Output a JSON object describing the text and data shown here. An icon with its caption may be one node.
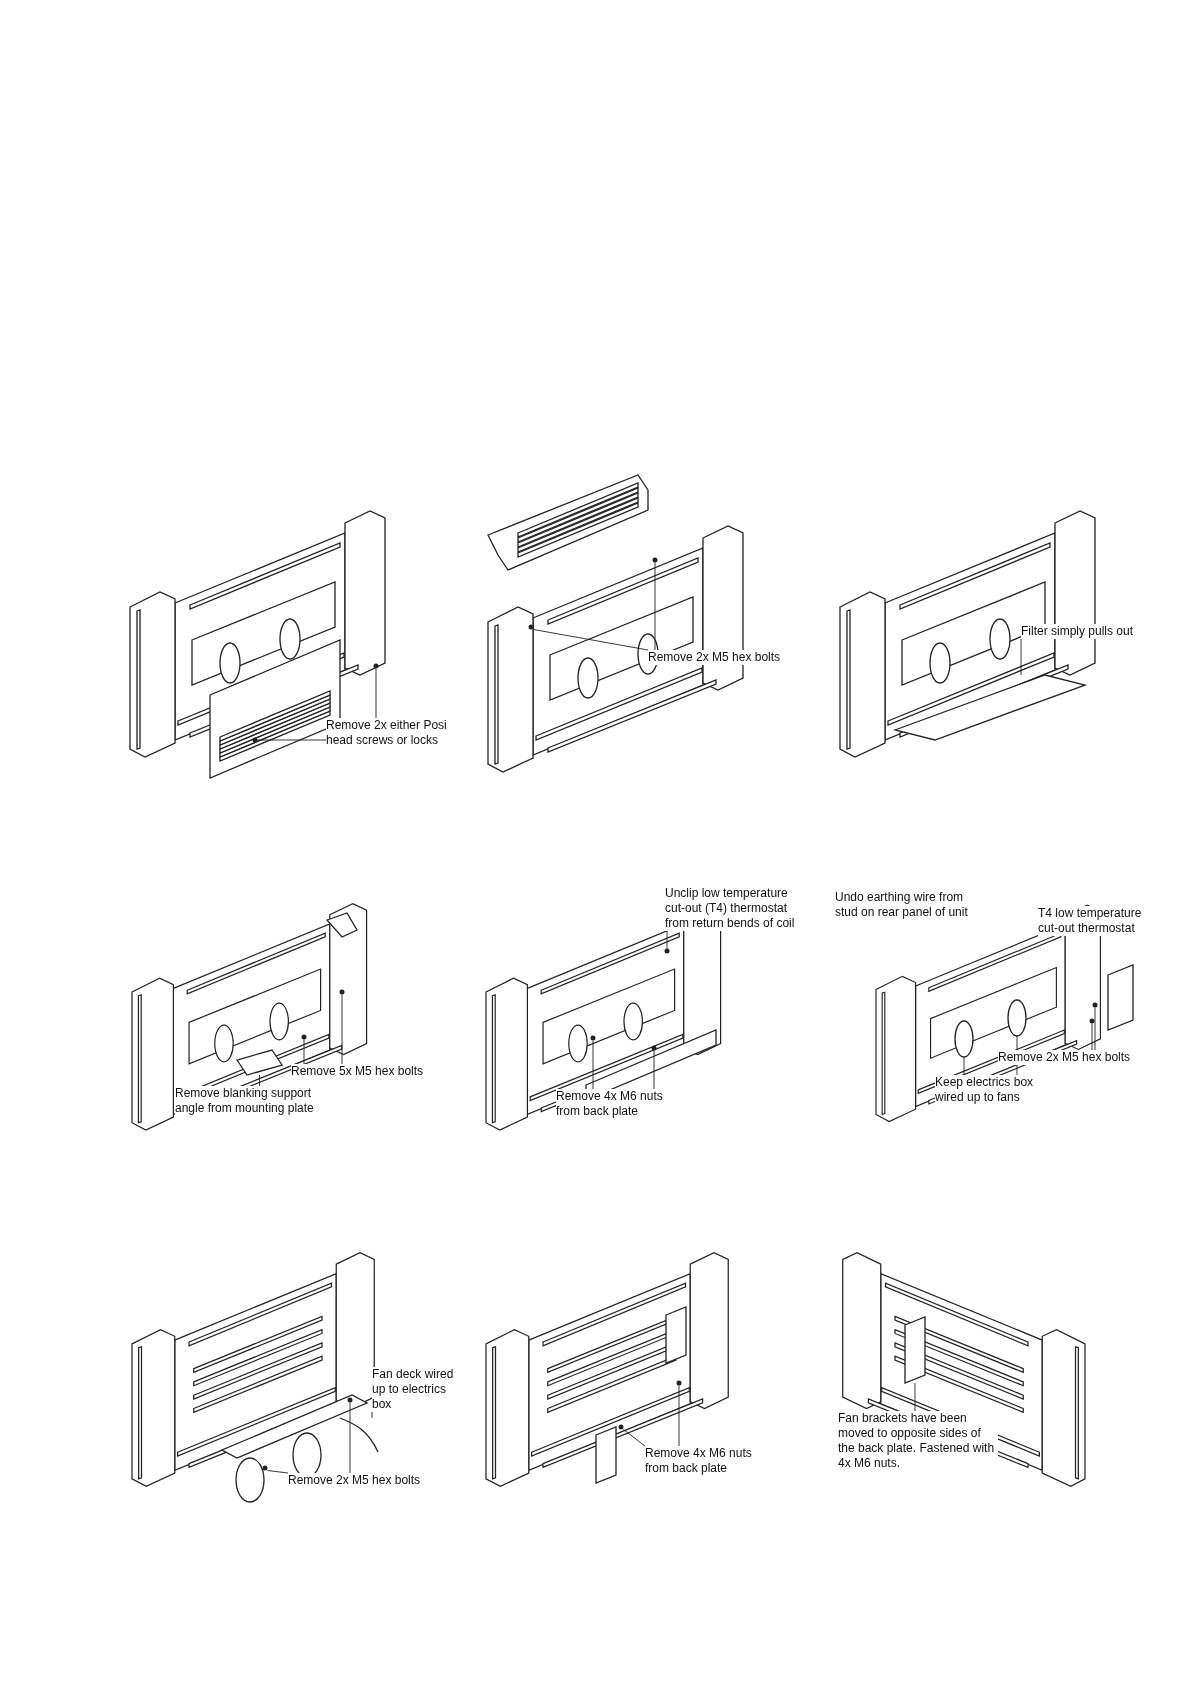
{
  "diagram": {
    "nodes": [
      {
        "text": [
          "Remove 2x either Posi head screws or locks"
        ]
      },
      {
        "text": [
          "Remove 2x M5 hex bolts"
        ]
      },
      {
        "text": [
          "Filter simply pulls out"
        ]
      },
      {
        "text": [
          "Remove 5x M5 hex bolts"
        ]
      },
      {
        "text": [
          "Remove blanking support angle from mounting plate"
        ]
      },
      {
        "text": [
          "Unclip low temperature cut-out (T4) thermostat from return bends of coil"
        ]
      },
      {
        "text": [
          "Remove 4x M6 nuts from back plate"
        ]
      },
      {
        "text": [
          "Undo earthing wire from stud on rear panel of unit"
        ]
      },
      {
        "text": [
          "T4 low temperature cut-out thermostat"
        ]
      },
      {
        "text": [
          "Remove 2x M5 hex bolts"
        ]
      },
      {
        "text": [
          "Keep electrics box wired up to fans"
        ]
      },
      {
        "text": [
          "Fan deck wired up to electrics box"
        ]
      },
      {
        "text": [
          "Remove 2x M5 hex bolts"
        ]
      },
      {
        "text": [
          "Remove 4x M6 nuts from back plate"
        ]
      },
      {
        "text": [
          "Fan brackets have been moved to opposite sides of the back plate. Fastened with 4x M6 nuts."
        ]
      },
      {
        "text": [],
        "shape": "circle"
      },
      {
        "text": [],
        "shape": "circle"
      },
      {
        "text": [],
        "shape": "circle"
      },
      {
        "text": [],
        "shape": "circle"
      },
      {
        "text": [],
        "shape": "box"
      },
      {
        "text": [],
        "shape": "circle"
      },
      {
        "text": [],
        "shape": "circle"
      },
      {
        "text": [],
        "shape": "box"
      },
      {
        "text": [],
        "shape": "circle"
      },
      {
        "text": [],
        "shape": "circle"
      },
      {
        "text": [],
        "shape": "circle"
      },
      {
        "text": [],
        "shape": "circle"
      },
      {
        "text": [],
        "shape": "circle"
      },
      {
        "text": [],
        "shape": "circle"
      },
      {
        "text": [],
        "shape": "circle"
      },
      {
        "text": [],
        "shape": "line"
      },
      {
        "text": [],
        "shape": "circle"
      },
      {
        "text": [],
        "shape": "circle"
      },
      {
        "text": [],
        "shape": "circle"
      },
      {
        "text": [],
        "shape": "circle"
      },
      {
        "text": [],
        "shape": "box"
      }
    ],
    "edges": [
      {
        "from": 0,
        "to": 15,
        "arrow": "none"
      },
      {
        "from": 0,
        "to": 16,
        "arrow": "none"
      },
      {
        "from": 1,
        "to": 17,
        "arrow": "none"
      },
      {
        "from": 1,
        "to": 18,
        "arrow": "none"
      },
      {
        "from": 2,
        "to": 19,
        "arrow": "none"
      },
      {
        "from": 3,
        "to": 20,
        "arrow": "none"
      },
      {
        "from": 3,
        "to": 21,
        "arrow": "none"
      },
      {
        "from": 4,
        "to": 22,
        "arrow": "none"
      },
      {
        "from": 5,
        "to": 23,
        "arrow": "none"
      },
      {
        "from": 6,
        "to": 24,
        "arrow": "none"
      },
      {
        "from": 6,
        "to": 25,
        "arrow": "none"
      },
      {
        "from": 9,
        "to": 26,
        "arrow": "none"
      },
      {
        "from": 9,
        "to": 27,
        "arrow": "none"
      },
      {
        "from": 10,
        "to": 28,
        "arrow": "none"
      },
      {
        "from": 10,
        "to": 29,
        "arrow": "none"
      },
      {
        "from": 11,
        "to": 30,
        "arrow": "none"
      },
      {
        "from": 12,
        "to": 31,
        "arrow": "none"
      },
      {
        "from": 12,
        "to": 32,
        "arrow": "none"
      },
      {
        "from": 13,
        "to": 33,
        "arrow": "none"
      },
      {
        "from": 13,
        "to": 34,
        "arrow": "none"
      },
      {
        "from": 14,
        "to": 35,
        "arrow": "none"
      }
    ]
  }
}
